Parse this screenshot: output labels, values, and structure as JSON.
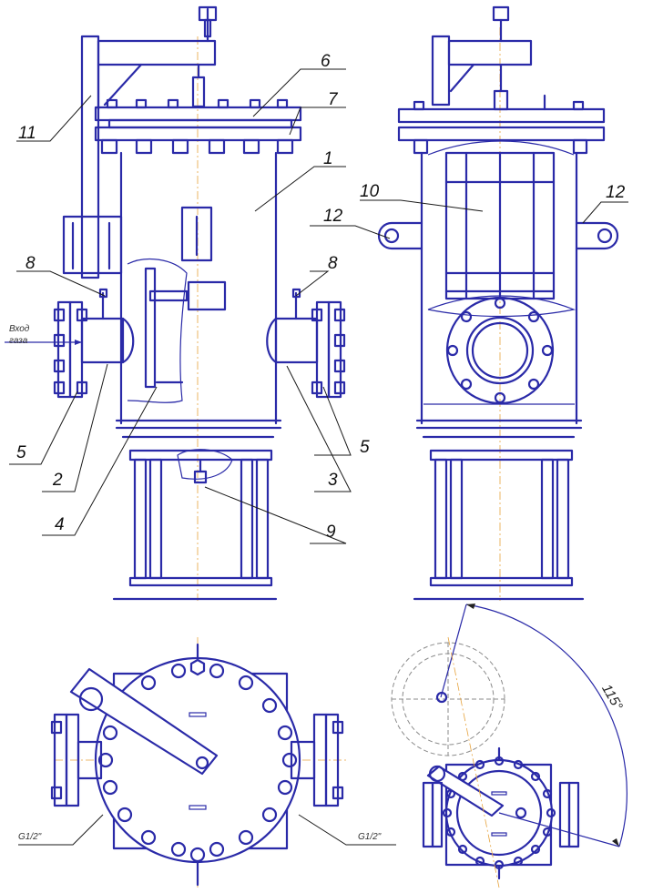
{
  "labels": {
    "n1": "1",
    "n2": "2",
    "n3": "3",
    "n4": "4",
    "n5a": "5",
    "n5b": "5",
    "n6": "6",
    "n7": "7",
    "n8a": "8",
    "n8b": "8",
    "n9": "9",
    "n10": "10",
    "n11": "11",
    "n12a": "12",
    "n12b": "12"
  },
  "inlet": {
    "line1": "Вход",
    "line2": "газа"
  },
  "ports": {
    "left": "G1/2\"",
    "right": "G1/2\""
  },
  "dimension": {
    "angle": "115°"
  },
  "colors": {
    "line": "#2a2aa8",
    "axis": "#e6a23c",
    "leader": "#1a1a1a"
  }
}
